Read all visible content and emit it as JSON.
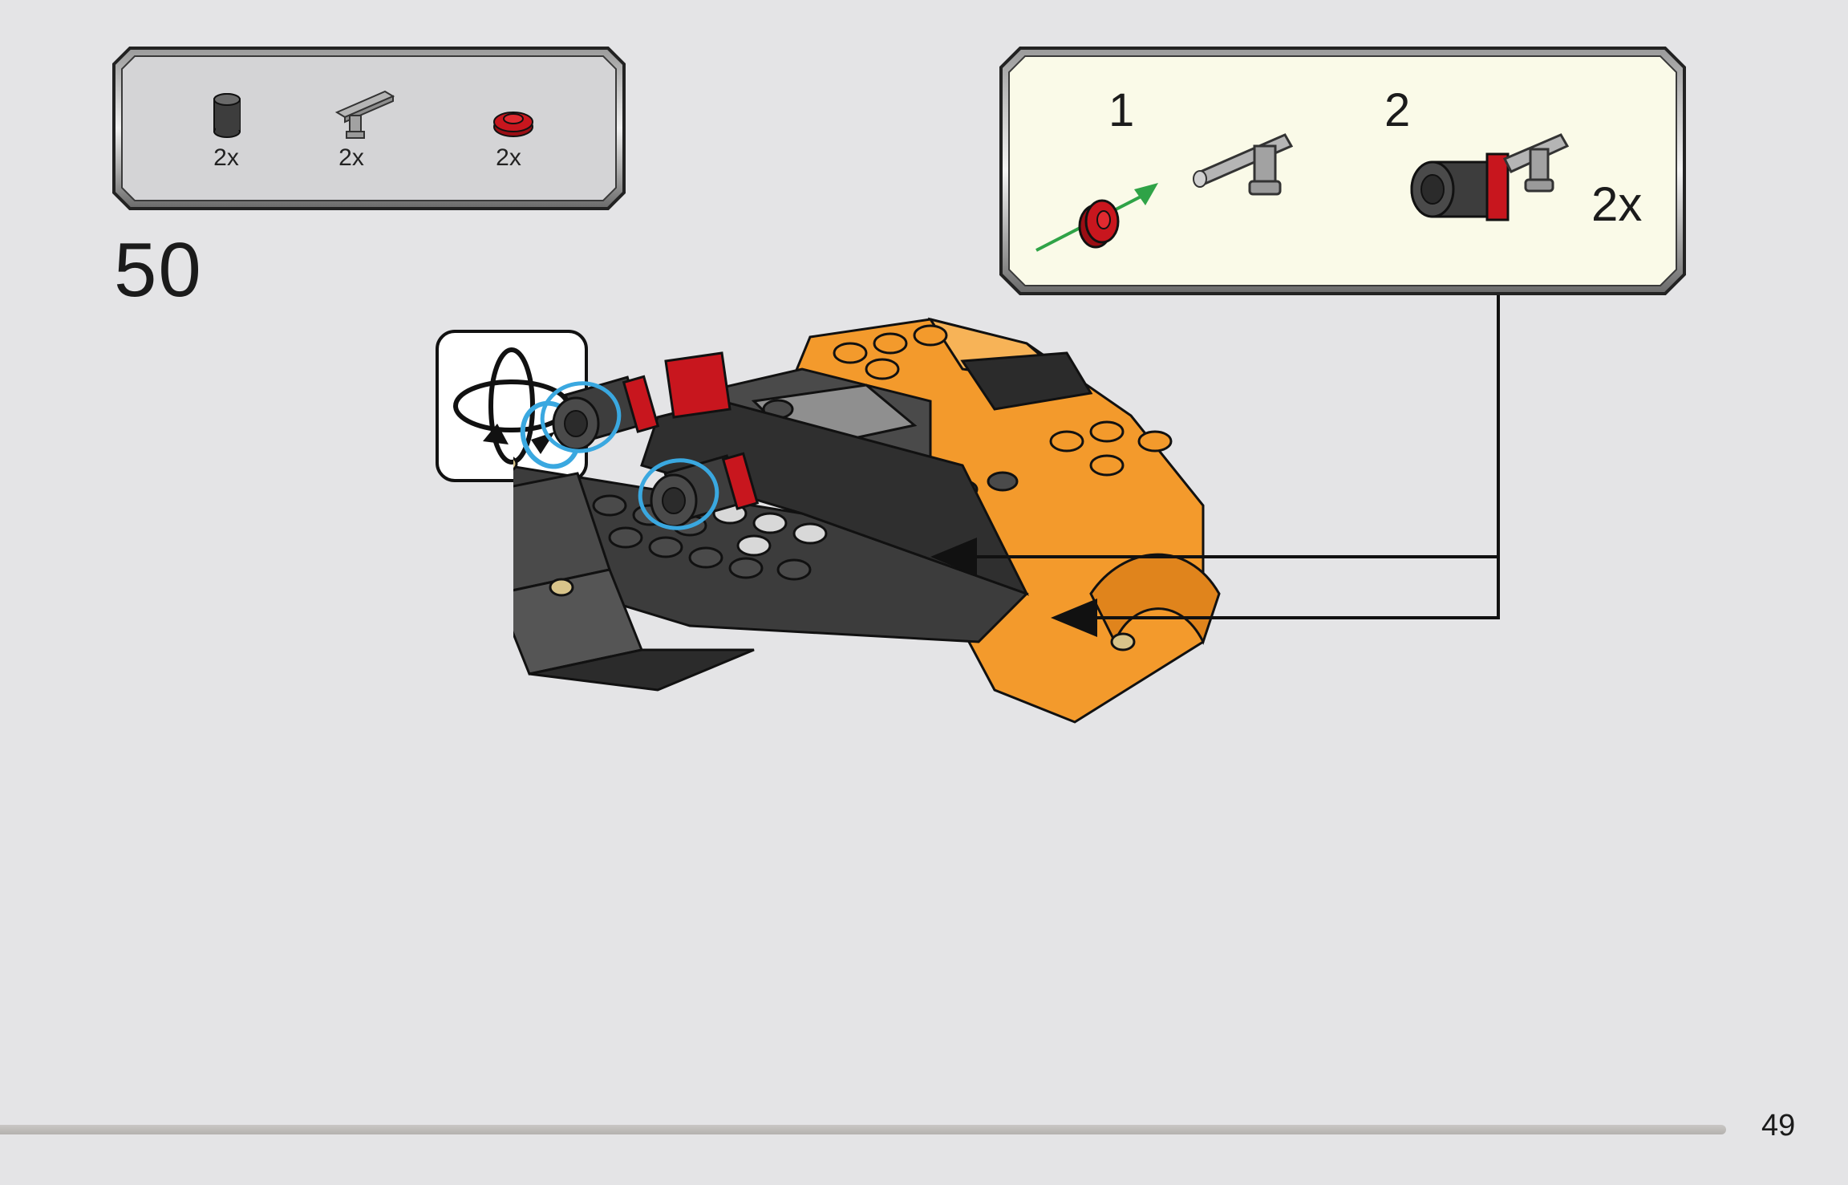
{
  "step": {
    "number": "50"
  },
  "parts_list": {
    "items": [
      {
        "icon": "round-dark-grey-brick-1x1-icon",
        "quantity": "2x"
      },
      {
        "icon": "grey-bar-holder-with-clip-icon",
        "quantity": "2x"
      },
      {
        "icon": "red-round-plate-1x1-icon",
        "quantity": "2x"
      }
    ]
  },
  "sub_assembly": {
    "steps": [
      {
        "label": "1"
      },
      {
        "label": "2"
      }
    ],
    "quantity": "2x"
  },
  "icons": {
    "rotate": "rotate-model-icon"
  },
  "colors": {
    "background": "#e4e4e6",
    "callout_fill_parts": "#d4d4d6",
    "callout_fill_sub": "#fafae8",
    "model_orange": "#f39a2c",
    "model_dark": "#3c3c3c",
    "highlight_blue": "#3aa8e0",
    "red_part": "#c8161e",
    "green_arrow": "#2fa347"
  },
  "footer": {
    "page_number": "49"
  }
}
